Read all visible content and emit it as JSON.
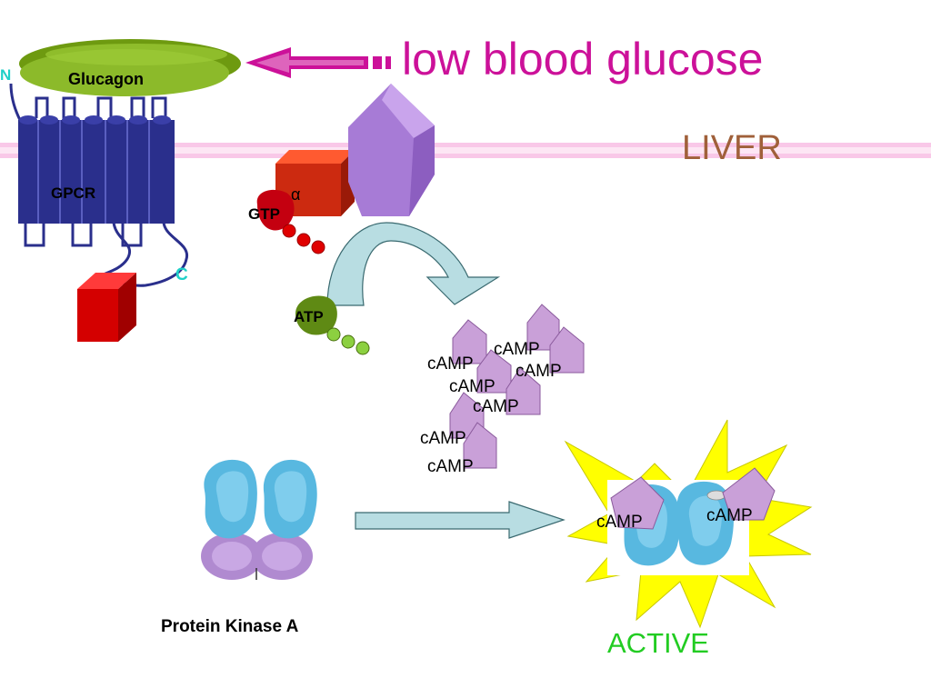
{
  "title": "low blood glucose",
  "location": "LIVER",
  "labels": {
    "n_terminus": "N",
    "c_terminus": "C",
    "glucagon": "Glucagon",
    "gpcr": "GPCR",
    "alpha": "α",
    "gtp": "GTP",
    "atp": "ATP",
    "pka": "Protein Kinase A",
    "active": "ACTIVE"
  },
  "camp_labels": [
    "cAMP",
    "cAMP",
    "cAMP",
    "cAMP",
    "cAMP",
    "cAMP",
    "cAMP"
  ],
  "active_camp_labels": [
    "cAMP",
    "cAMP"
  ],
  "colors": {
    "title": "#cc1199",
    "liver": "#a0603a",
    "glucagon": "#7aa61e",
    "gpcr": "#2a2f8c",
    "membrane": "#f9c8e8",
    "g_protein": "#cc2a10",
    "alpha_subunit": "#a77bd6",
    "camp": "#c9a0d8",
    "atp": "#5f8a14",
    "arrow_fill": "#b8dde2",
    "burst": "#ffff00",
    "active_text": "#22cc22",
    "terminus": "#1fd0c8"
  }
}
